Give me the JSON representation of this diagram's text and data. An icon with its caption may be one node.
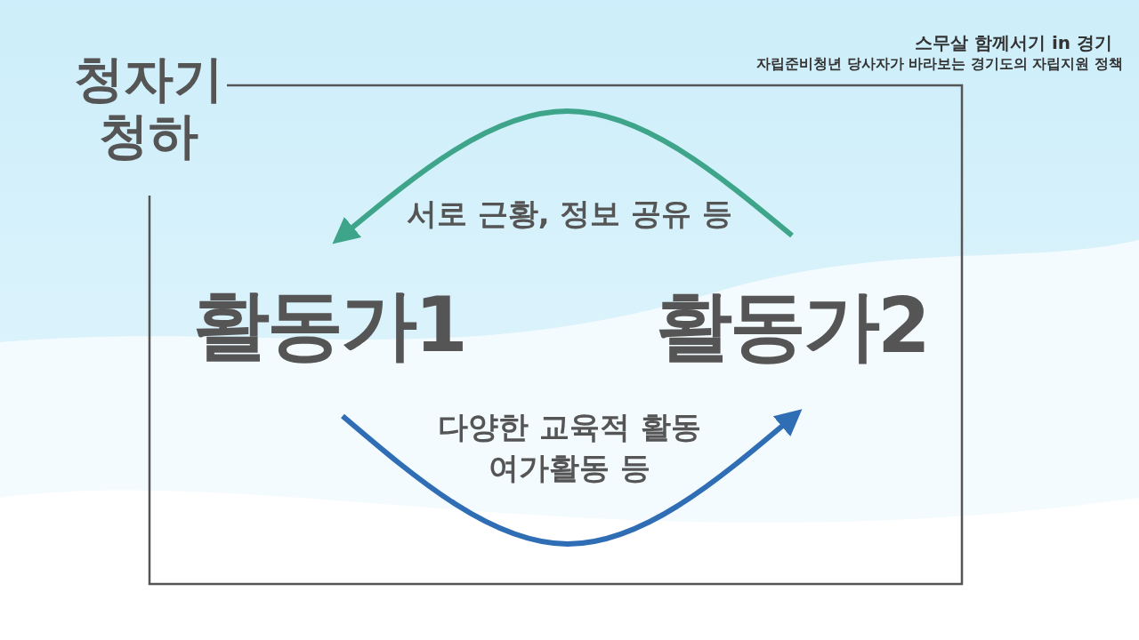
{
  "diagram": {
    "nodes": [
      {
        "text": [
          "청자기 청하"
        ]
      },
      {
        "text": [
          "활동가1"
        ],
        "in": 0
      },
      {
        "text": [
          "활동가2"
        ],
        "in": 0
      }
    ],
    "edges": [
      {
        "from": 2,
        "to": 1,
        "arrow": "to",
        "label": "서로 근황, 정보 공유 등",
        "color": "#3fa58a"
      },
      {
        "from": 1,
        "to": 2,
        "arrow": "to",
        "label": "다양한 교육적 활동 여가활동 등",
        "color": "#2f6db5"
      }
    ],
    "labels": [
      "스무살 함께서기 in 경기",
      "자립준비청년 당사자가 바라보는 경기도의 자립지원 정책"
    ]
  }
}
